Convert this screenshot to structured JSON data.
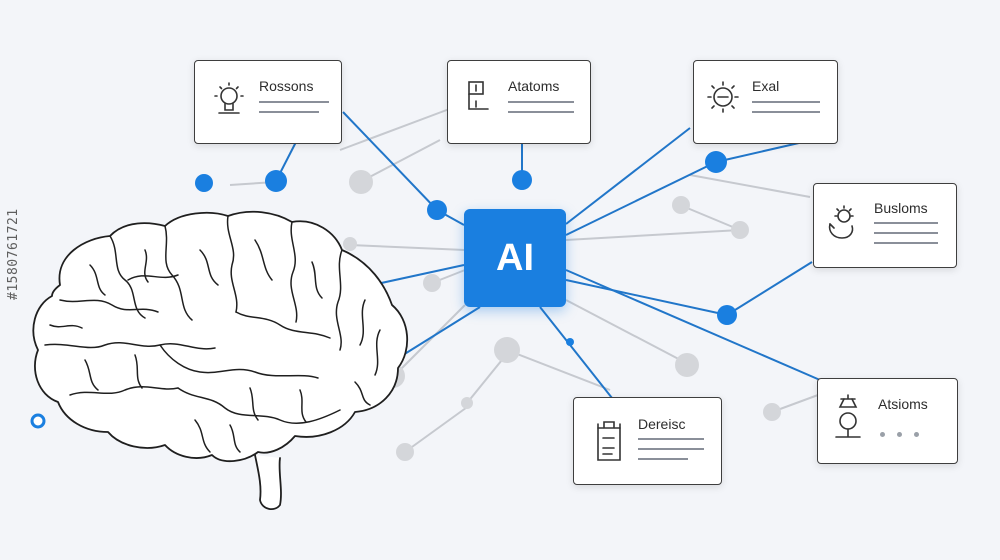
{
  "diagram": {
    "hub_label": "AI",
    "watermark": "#1580761721",
    "cards": [
      {
        "id": "card-1",
        "title": "Rossons",
        "icon": "lightbulb-icon"
      },
      {
        "id": "card-2",
        "title": "Atatoms",
        "icon": "document-icon"
      },
      {
        "id": "card-3",
        "title": "Exal",
        "icon": "sun-gear-icon"
      },
      {
        "id": "card-4",
        "title": "Busloms",
        "icon": "cycle-gear-icon"
      },
      {
        "id": "card-5",
        "title": "Atsioms",
        "icon": "chemistry-flask-icon"
      },
      {
        "id": "card-6",
        "title": "Dereisc",
        "icon": "clipboard-icon"
      }
    ]
  },
  "colors": {
    "accent": "#1a7fe0",
    "line": "#2176c9",
    "node_gray": "#d4d6da",
    "background": "#f3f5f9"
  }
}
